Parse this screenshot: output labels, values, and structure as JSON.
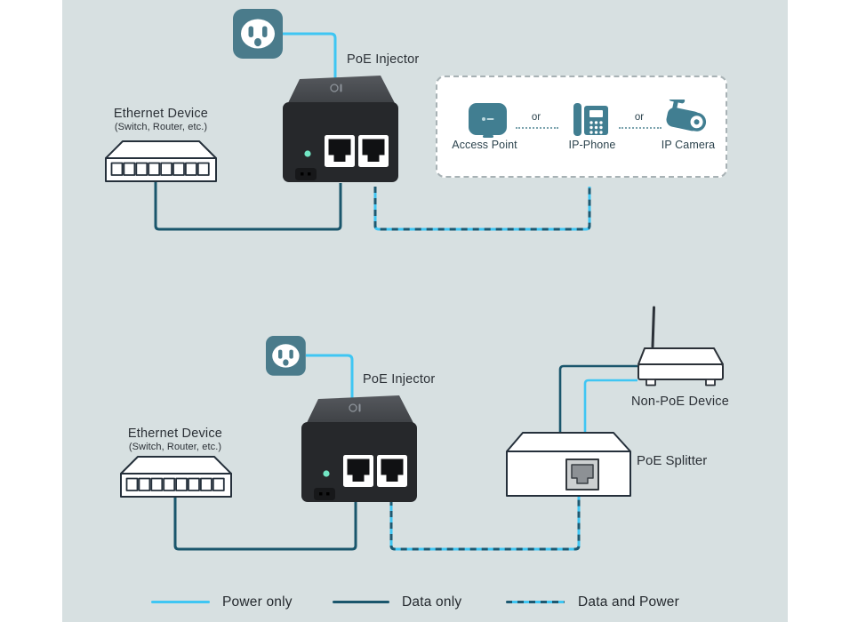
{
  "colors": {
    "background": "#d7e0e1",
    "margin": "#ffffff",
    "power_line": "#3fc6f3",
    "data_line": "#1a566c",
    "data_power_dash_dark": "#1d5971",
    "outlet_teal": "#4a7b8b",
    "icon_teal": "#417e91",
    "outline_navy": "#25303b",
    "led_green": "#72e6c4",
    "label_text": "#2b3036"
  },
  "top": {
    "injector": "PoE Injector",
    "ethernet_title": "Ethernet Device",
    "ethernet_subtitle": "(Switch, Router, etc.)",
    "or": "or",
    "devices": [
      {
        "label": "Access Point",
        "icon": "access-point-icon"
      },
      {
        "label": "IP-Phone",
        "icon": "ip-phone-icon"
      },
      {
        "label": "IP Camera",
        "icon": "ip-camera-icon"
      }
    ]
  },
  "bottom": {
    "injector": "PoE Injector",
    "ethernet_title": "Ethernet Device",
    "ethernet_subtitle": "(Switch, Router, etc.)",
    "splitter": "PoE Splitter",
    "non_poe": "Non-PoE Device"
  },
  "legend": [
    {
      "label": "Power only",
      "type": "power"
    },
    {
      "label": "Data only",
      "type": "data"
    },
    {
      "label": "Data and Power",
      "type": "data-and-power"
    }
  ]
}
